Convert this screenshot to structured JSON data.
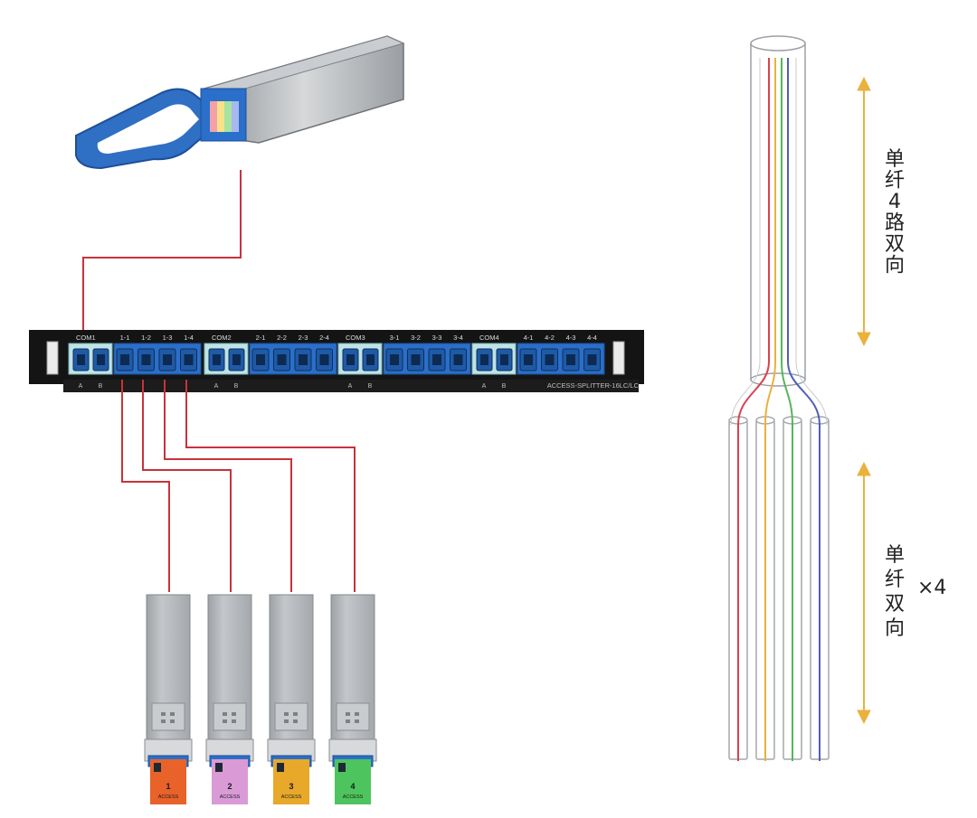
{
  "panel": {
    "label": "ACCESS-SPLITTER-16LC/LC",
    "groups": [
      {
        "com": "COM1",
        "ports": [
          "1-1",
          "1-2",
          "1-3",
          "1-4"
        ]
      },
      {
        "com": "COM2",
        "ports": [
          "2-1",
          "2-2",
          "2-3",
          "2-4"
        ]
      },
      {
        "com": "COM3",
        "ports": [
          "3-1",
          "3-2",
          "3-3",
          "3-4"
        ]
      },
      {
        "com": "COM4",
        "ports": [
          "4-1",
          "4-2",
          "4-3",
          "4-4"
        ]
      }
    ],
    "com_sublabels": [
      "A",
      "B"
    ]
  },
  "modules": [
    {
      "number": "1",
      "tag": "ACCESS",
      "color": "#e8622a"
    },
    {
      "number": "2",
      "tag": "ACCESS",
      "color": "#d99ad6"
    },
    {
      "number": "3",
      "tag": "ACCESS",
      "color": "#e8a82a"
    },
    {
      "number": "4",
      "tag": "ACCESS",
      "color": "#4ec45e"
    }
  ],
  "right_labels": {
    "top": [
      "单",
      "纤",
      "4",
      "路",
      "双",
      "向"
    ],
    "bottom": [
      "单",
      "纤",
      "双",
      "向"
    ],
    "multiplier": "×4"
  },
  "colors": {
    "link": "#c8323c",
    "panel": "#141414",
    "port_blue": "#2a6fc9",
    "com_port": "#bfe3e6",
    "arrow": "#eab13c",
    "fibers": [
      "#d9424e",
      "#eab13c",
      "#56b65a",
      "#4f5fb8"
    ],
    "module_body": "#a9adb1",
    "handle": "#2f6fc4"
  }
}
